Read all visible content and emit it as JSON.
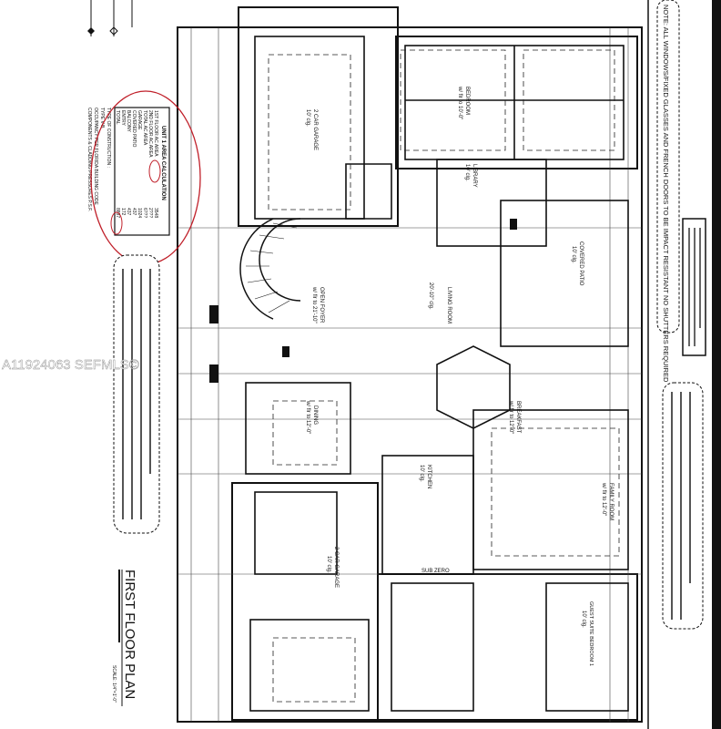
{
  "title": "FIRST FLOOR PLAN",
  "scale": "SCALE: 1/4\"=1'-0\"",
  "watermark": "A11924063 SEFMLS©",
  "top_note": "NOTE: ALL WINDOWS/FIXED GLASSES AND FRENCH DOORS TO BE IMPACT RESISTANT NO SHUTTERS REQUIRED",
  "area_calculation": {
    "heading": "UNIT 1 AREA CALCULATION",
    "rows": [
      {
        "label": "1ST FLOOR AC AREA",
        "value": "3548",
        "unit": "SF"
      },
      {
        "label": "2ND FLOOR AC AREA",
        "value": "2???",
        "unit": "SF"
      },
      {
        "label": "TOTAL AC AREA",
        "value": "6???",
        "unit": "SF"
      },
      {
        "label": "GARAGE",
        "value": "1024",
        "unit": "SF"
      },
      {
        "label": "COVERED PATIO",
        "value": "437",
        "unit": "SF"
      },
      {
        "label": "BALCONY",
        "value": "437",
        "unit": "SF"
      },
      {
        "label": "ENTRY",
        "value": "172",
        "unit": "SF"
      },
      {
        "label": "TOTAL",
        "value": "8887",
        "unit": "SF"
      }
    ],
    "construction": [
      "TYPE OF CONSTRUCTION :",
      "TYPE V-B",
      "OCCUPANCY PER FLORIDA BUILDING CODE",
      "COMPONENTS & CLADDING PRESSURES P.S.F."
    ]
  },
  "highlight_color": "#c0202a",
  "rooms": [
    {
      "id": "garage-top",
      "label": "2 CAR GARAGE",
      "sub": "10' clg."
    },
    {
      "id": "bedroom-top",
      "label": "BEDROOM",
      "sub": "w/ flr to 10'-0\""
    },
    {
      "id": "library",
      "label": "LIBRARY",
      "sub": "10' clg."
    },
    {
      "id": "foyer",
      "label": "OPEN FOYER",
      "sub": "w/ flr to 21'-10\""
    },
    {
      "id": "living",
      "label": "LIVING ROOM",
      "sub": "20'-10\" clg."
    },
    {
      "id": "patio",
      "label": "COVERED PATIO",
      "sub": "10' clg."
    },
    {
      "id": "dining",
      "label": "DINING",
      "sub": "w/ flr to 12'-0\""
    },
    {
      "id": "breakfast",
      "label": "BREAKFAST",
      "sub": "w/ flr to 12'-0\""
    },
    {
      "id": "family",
      "label": "FAMILY ROOM",
      "sub": "w/ flr to 12'-0\""
    },
    {
      "id": "kitchen",
      "label": "KITCHEN",
      "sub": "10' clg."
    },
    {
      "id": "garage-bottom",
      "label": "2 CAR GARAGE",
      "sub": "10' clg."
    },
    {
      "id": "guest",
      "label": "GUEST SUITE BEDROOM 1",
      "sub": "10' clg."
    },
    {
      "id": "subzero",
      "label": "SUB ZERO",
      "sub": ""
    }
  ]
}
